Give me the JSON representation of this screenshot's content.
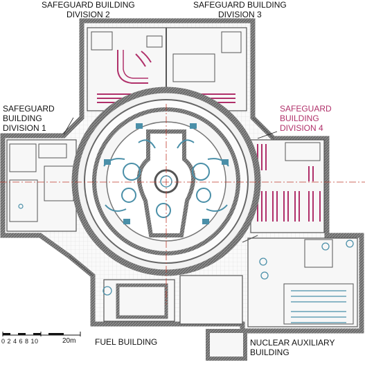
{
  "labels": {
    "sb2": {
      "line1": "SAFEGUARD  BUILDING",
      "line2": "DIVISION 2"
    },
    "sb3": {
      "line1": "SAFEGUARD  BUILDING",
      "line2": "DIVISION 3"
    },
    "sb1": {
      "line1": "SAFEGUARD",
      "line2": "BUILDING",
      "line3": "DIVISION 1"
    },
    "sb4": {
      "line1": "SAFEGUARD",
      "line2": "BUILDING",
      "line3": "DIVISION 4"
    },
    "fuel": "FUEL BUILDING",
    "nab": {
      "line1": "NUCLEAR AUXILIARY",
      "line2": "BUILDING"
    }
  },
  "scale": {
    "ticks": "0 2 4 6 8 10",
    "end": "20m"
  },
  "colors": {
    "wall": "#6f6f6f",
    "ink": "#222222",
    "accent": "#b0306a",
    "equipment": "#4a8fa8",
    "axis": "#c0392b",
    "floor": "#f4f4f4"
  }
}
